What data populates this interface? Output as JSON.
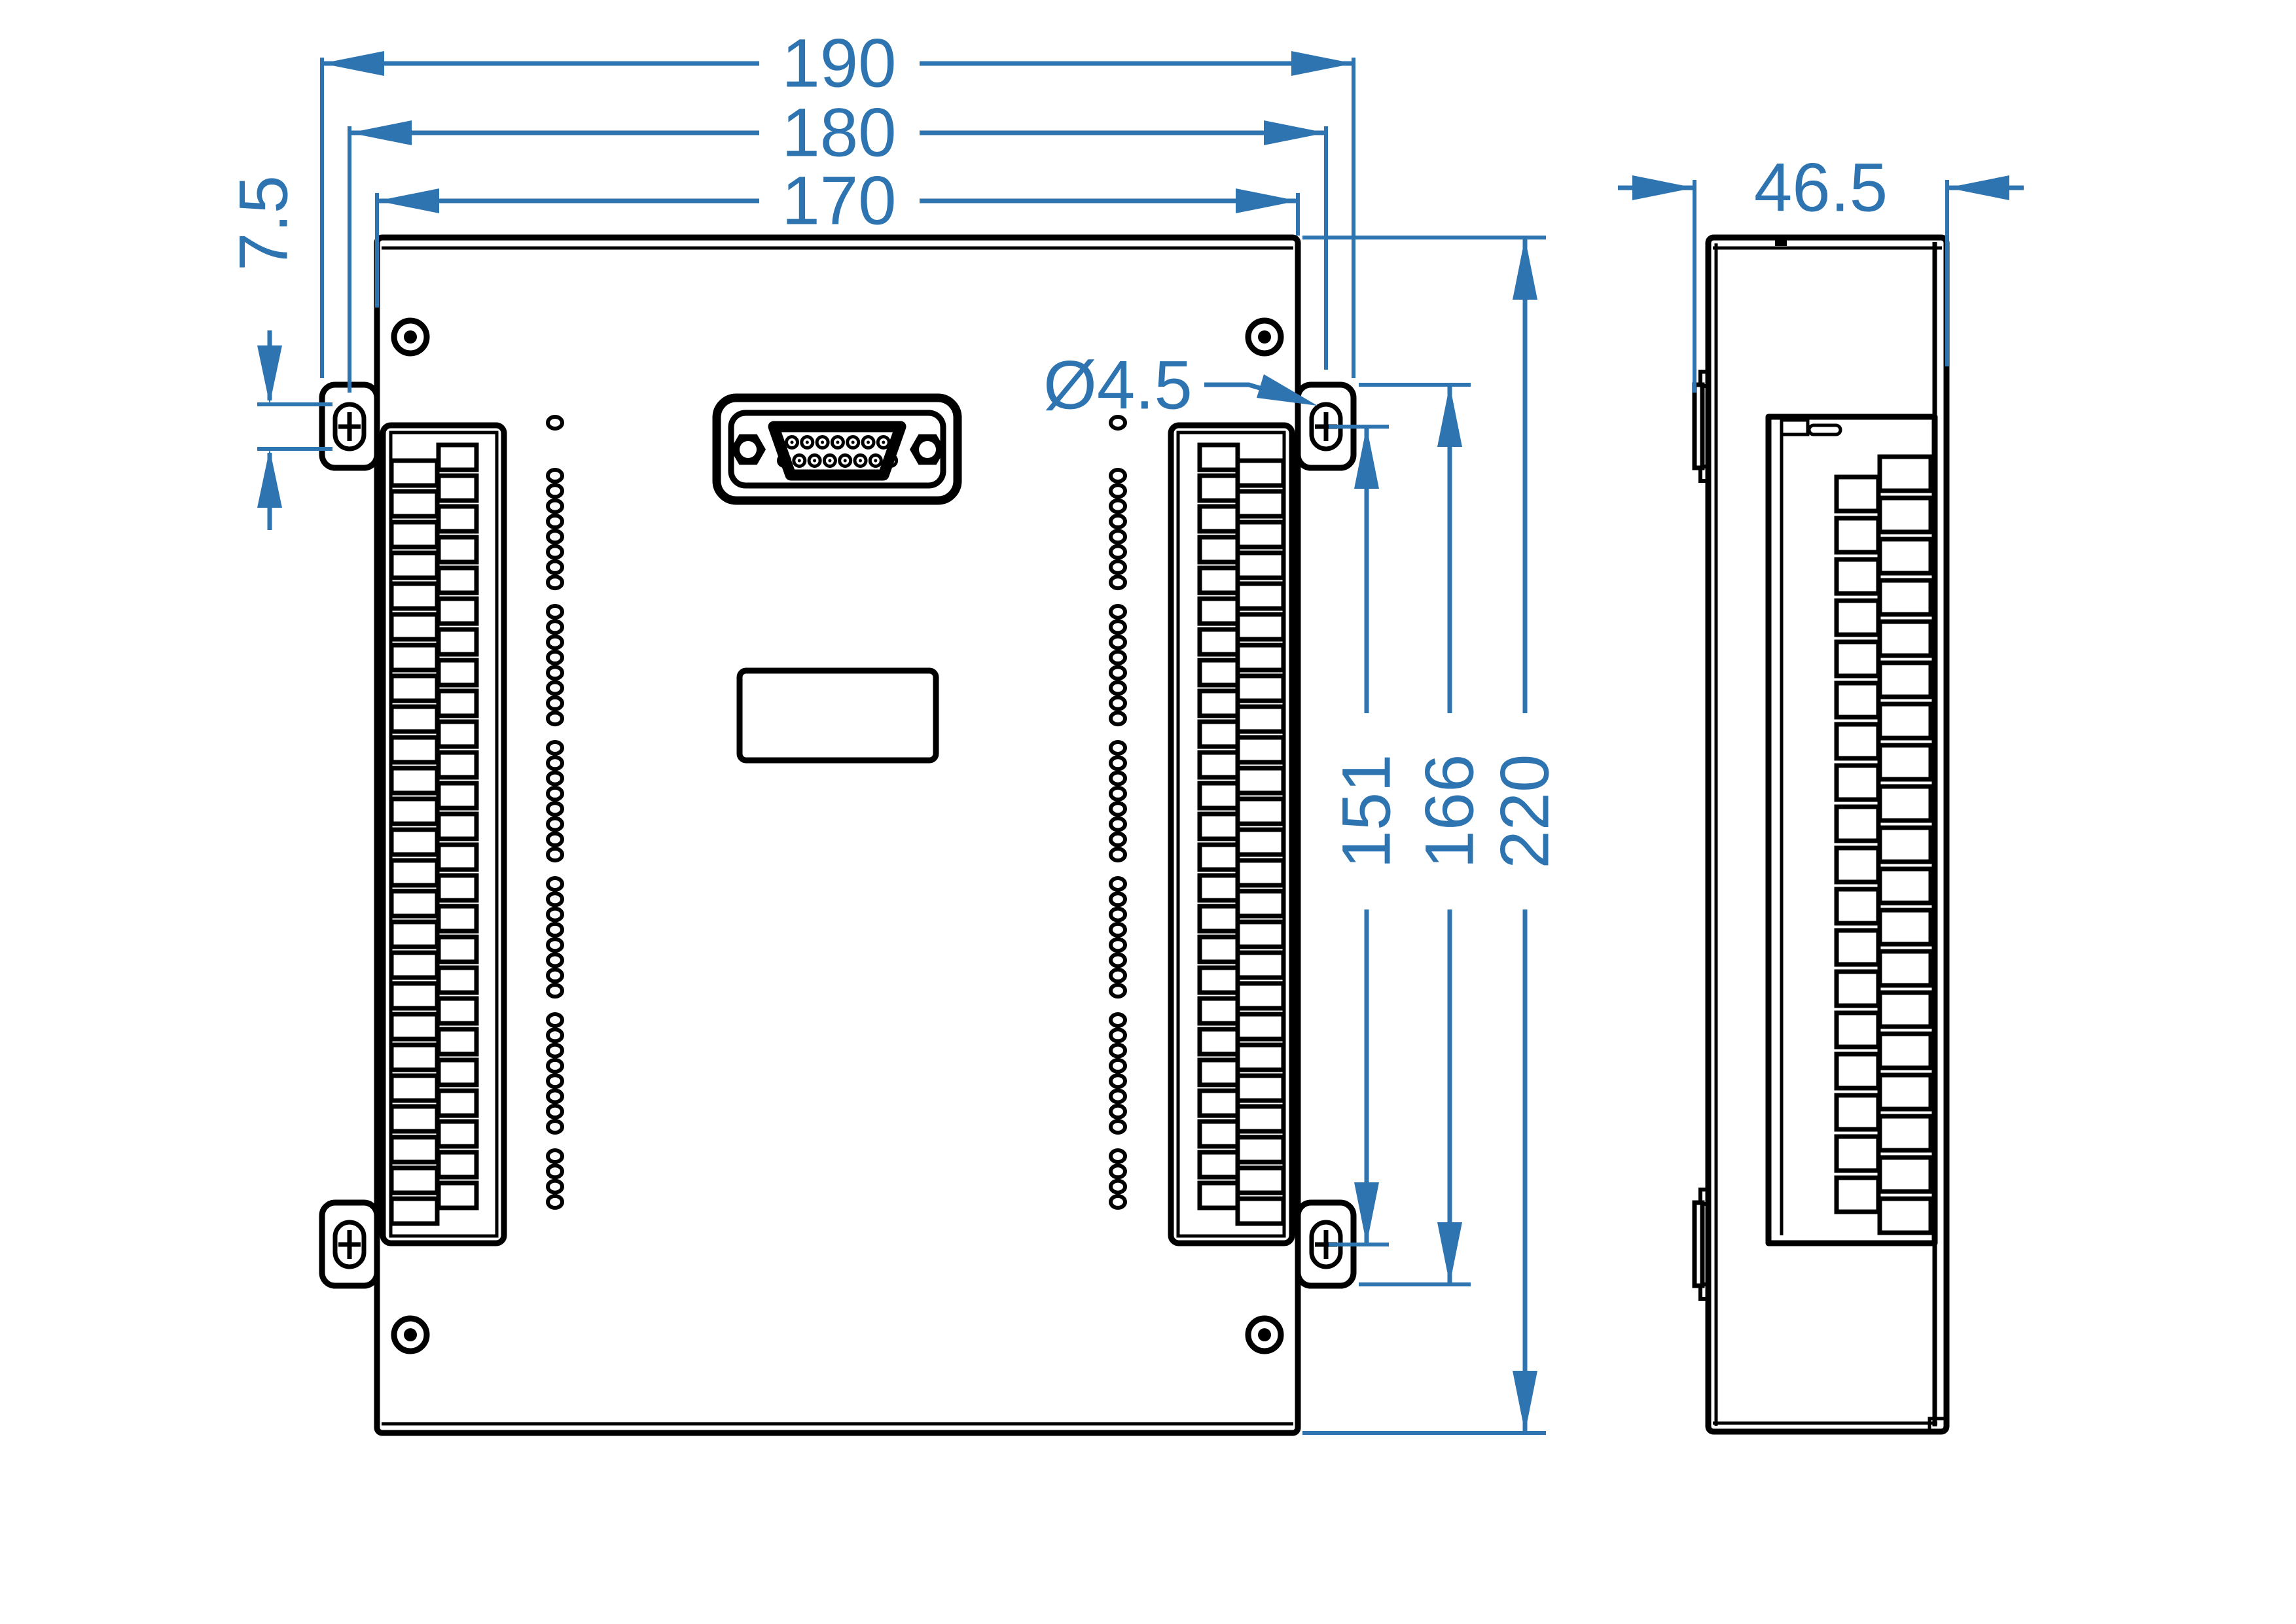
{
  "colors": {
    "dimension_blue": "#2E74B0",
    "outline_black": "#000000",
    "background_white": "#FFFFFF"
  },
  "drawing": {
    "front_view": {
      "dimensions": {
        "overall_width": "190",
        "mount_hole_spacing_horizontal": "180",
        "body_width": "170",
        "mount_slot_length": "7.5",
        "mount_slot_diameter": "Ø4.5",
        "mount_hole_spacing_vertical": "151",
        "mount_bracket_span": "166",
        "overall_height": "220"
      }
    },
    "side_view": {
      "dimensions": {
        "overall_depth": "46.5"
      }
    }
  }
}
